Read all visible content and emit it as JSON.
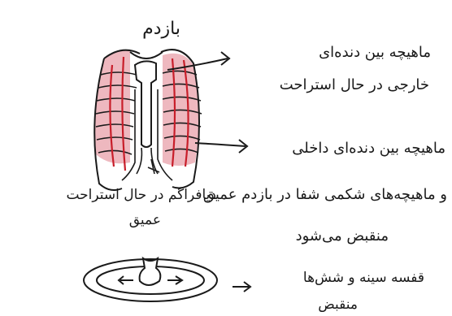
{
  "labels": {
    "title": "بازدم",
    "external_1": "ماهیچه بین دنده‌ای",
    "external_2": "خارجی در حال استراحت",
    "internal_1": "ماهیچه بین دنده‌ای داخلی",
    "internal_2": "و ماهیچه‌های شکمی شفا در بازدم عمیق",
    "internal_3": "منقبض می‌شود",
    "diaphragm_1": "دیافراگم در حال استراحت",
    "diaphragm_2": "عمیق",
    "chest_1": "قفسه سینه و شش‌ها",
    "chest_2": "منقبض"
  },
  "colors": {
    "ink": "#1a1a1a",
    "muscle_fill": "#e8a0aa",
    "muscle_line": "#c81e2a"
  },
  "icons": {
    "arrow": "right-arrow-icon"
  }
}
